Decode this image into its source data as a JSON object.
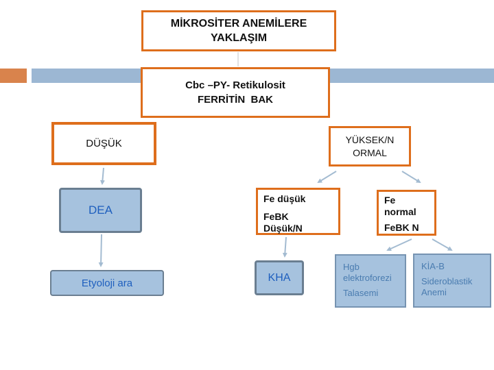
{
  "slide": {
    "title": {
      "lines": [
        "MİKROSİTER ANEMİLERE",
        "YAKLAŞIM"
      ]
    },
    "step": {
      "lines": [
        "Cbc –PY- Retikulosit",
        "FERRİTİN  BAK"
      ]
    },
    "low": {
      "label": "DÜŞÜK"
    },
    "high": {
      "lines": [
        "YÜKSEK/N",
        "ORMAL"
      ]
    },
    "dea": {
      "label": "DEA"
    },
    "fe_low": {
      "top": "Fe düşük",
      "bottom_lines": [
        "FeBK",
        "Düşük/N"
      ]
    },
    "fe_normal": {
      "top_lines": [
        "Fe",
        "normal"
      ],
      "bottom": "FeBK N"
    },
    "etiology": {
      "label": "Etyoloji ara"
    },
    "kha": {
      "label": "KHA"
    },
    "hgb": {
      "top": "Hgb elektroforezi",
      "bottom": "Talasemi"
    },
    "kia": {
      "top": "KİA-B",
      "bottom": "Sideroblastik Anemi"
    }
  },
  "colors": {
    "orange_border": "#de6e1c",
    "orange_block": "#d9834c",
    "bar_blue": "#9cb7d3",
    "fill_blue": "#a6c2de",
    "border_slate": "#6a7e91",
    "border_steel": "#7693b1",
    "text_strong_blue": "#1e5fbe",
    "text_steel_blue": "#4a7cb0",
    "arrow_blue": "#a3bbd1",
    "connector_gray": "#c4c4c4",
    "text_black": "#111111"
  }
}
